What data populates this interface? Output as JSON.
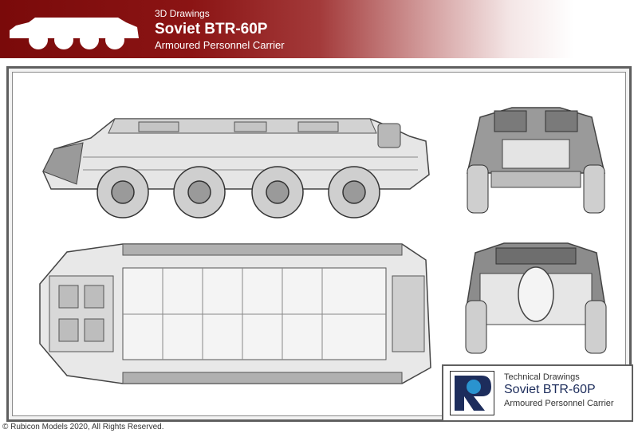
{
  "banner": {
    "category": "3D Drawings",
    "title": "Soviet BTR-60P",
    "subtitle": "Armoured Personnel Carrier"
  },
  "views": [
    "side-view",
    "top-view",
    "front-view",
    "rear-view"
  ],
  "title_block": {
    "category": "Technical Drawings",
    "title": "Soviet BTR-60P",
    "subtitle": "Armoured Personnel Carrier",
    "logo": "rubicon-logo"
  },
  "footer": {
    "copyright": "© Rubicon Models 2020, All Rights Reserved."
  },
  "colors": {
    "banner_red": "#7a0a0a",
    "logo_blue": "#2a93cf",
    "frame_grey": "#5f5f5f"
  }
}
